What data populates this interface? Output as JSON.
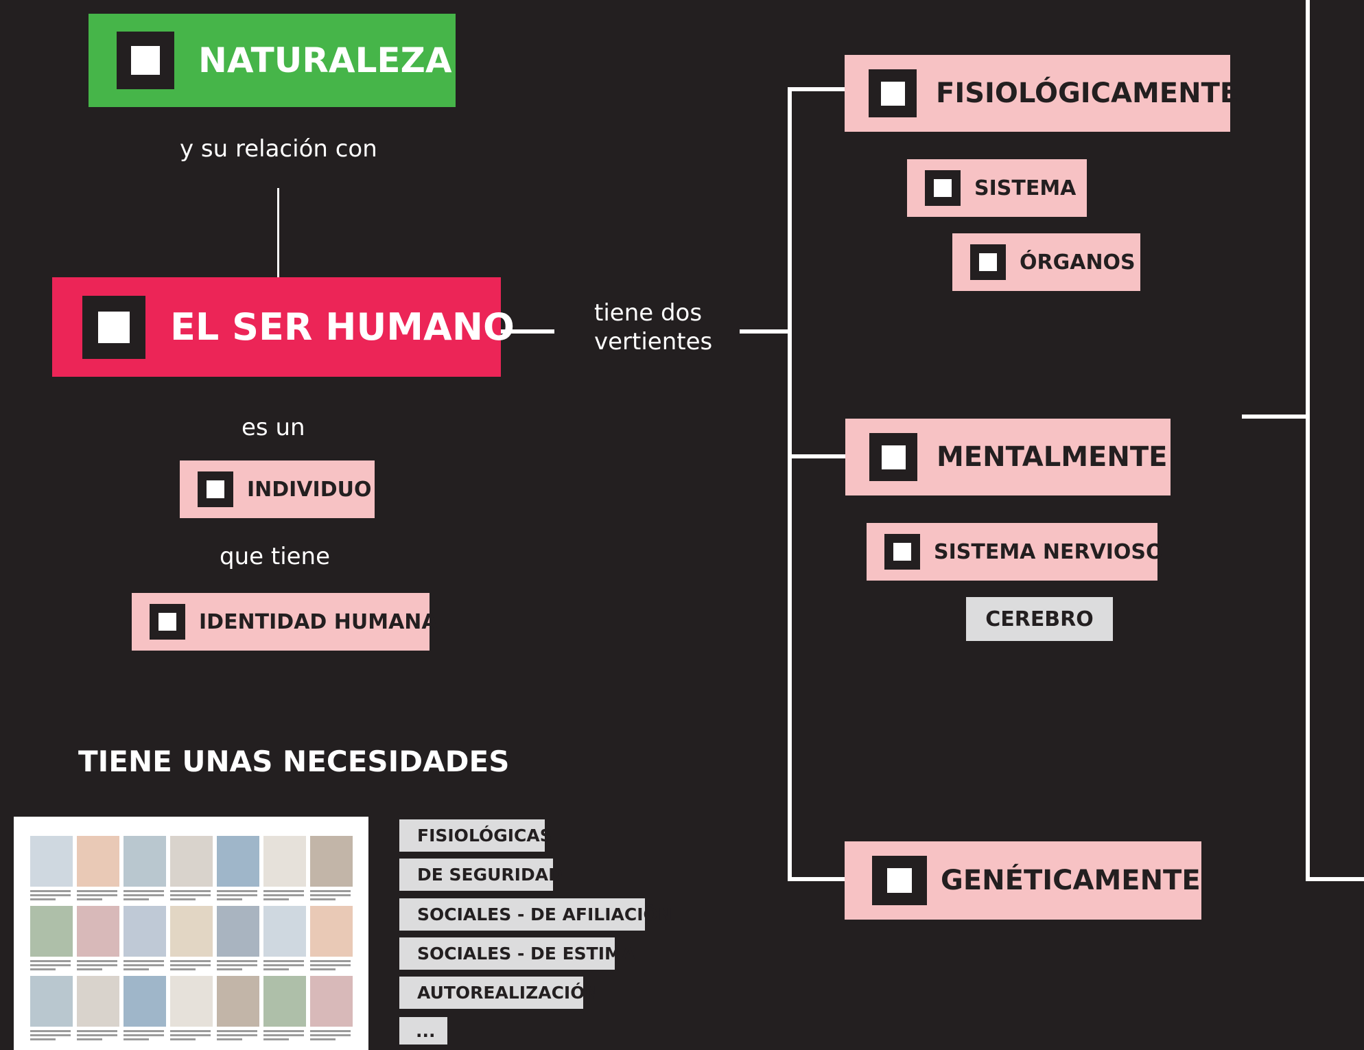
{
  "colors": {
    "background": "#231f20",
    "green": "#46b549",
    "red": "#ec2557",
    "pink": "#f7c2c4",
    "grey": "#dcdcdd",
    "text_dark": "#231f20",
    "line": "#ffffff"
  },
  "nodes": {
    "naturaleza": "NATURALEZA",
    "ser_humano": "EL SER HUMANO",
    "individuo": "INDIVIDUO",
    "identidad": "IDENTIDAD HUMANA",
    "fisiologicamente": "FISIOLÓGICAMENTE",
    "sistema": "SISTEMA",
    "organos": "ÓRGANOS",
    "mentalmente": "MENTALMENTE",
    "sistema_nervioso": "SISTEMA NERVIOSO",
    "cerebro": "CEREBRO",
    "geneticamente": "GENÉTICAMENTE"
  },
  "connectors": {
    "relacion": "y su relación con",
    "es_un": "es un",
    "que_tiene": "que tiene",
    "vertientes_line1": "tiene dos",
    "vertientes_line2": "vertientes"
  },
  "needs": {
    "heading": "TIENE UNAS NECESIDADES",
    "items": [
      "FISIOLÓGICAS",
      "DE SEGURIDAD",
      "SOCIALES - DE AFILIACIÓN",
      "SOCIALES - DE ESTIMA",
      "AUTOREALIZACIÓN",
      "..."
    ]
  },
  "icons": {
    "node_marker": "square-icon",
    "thumbnail": "collage-thumbnail"
  }
}
